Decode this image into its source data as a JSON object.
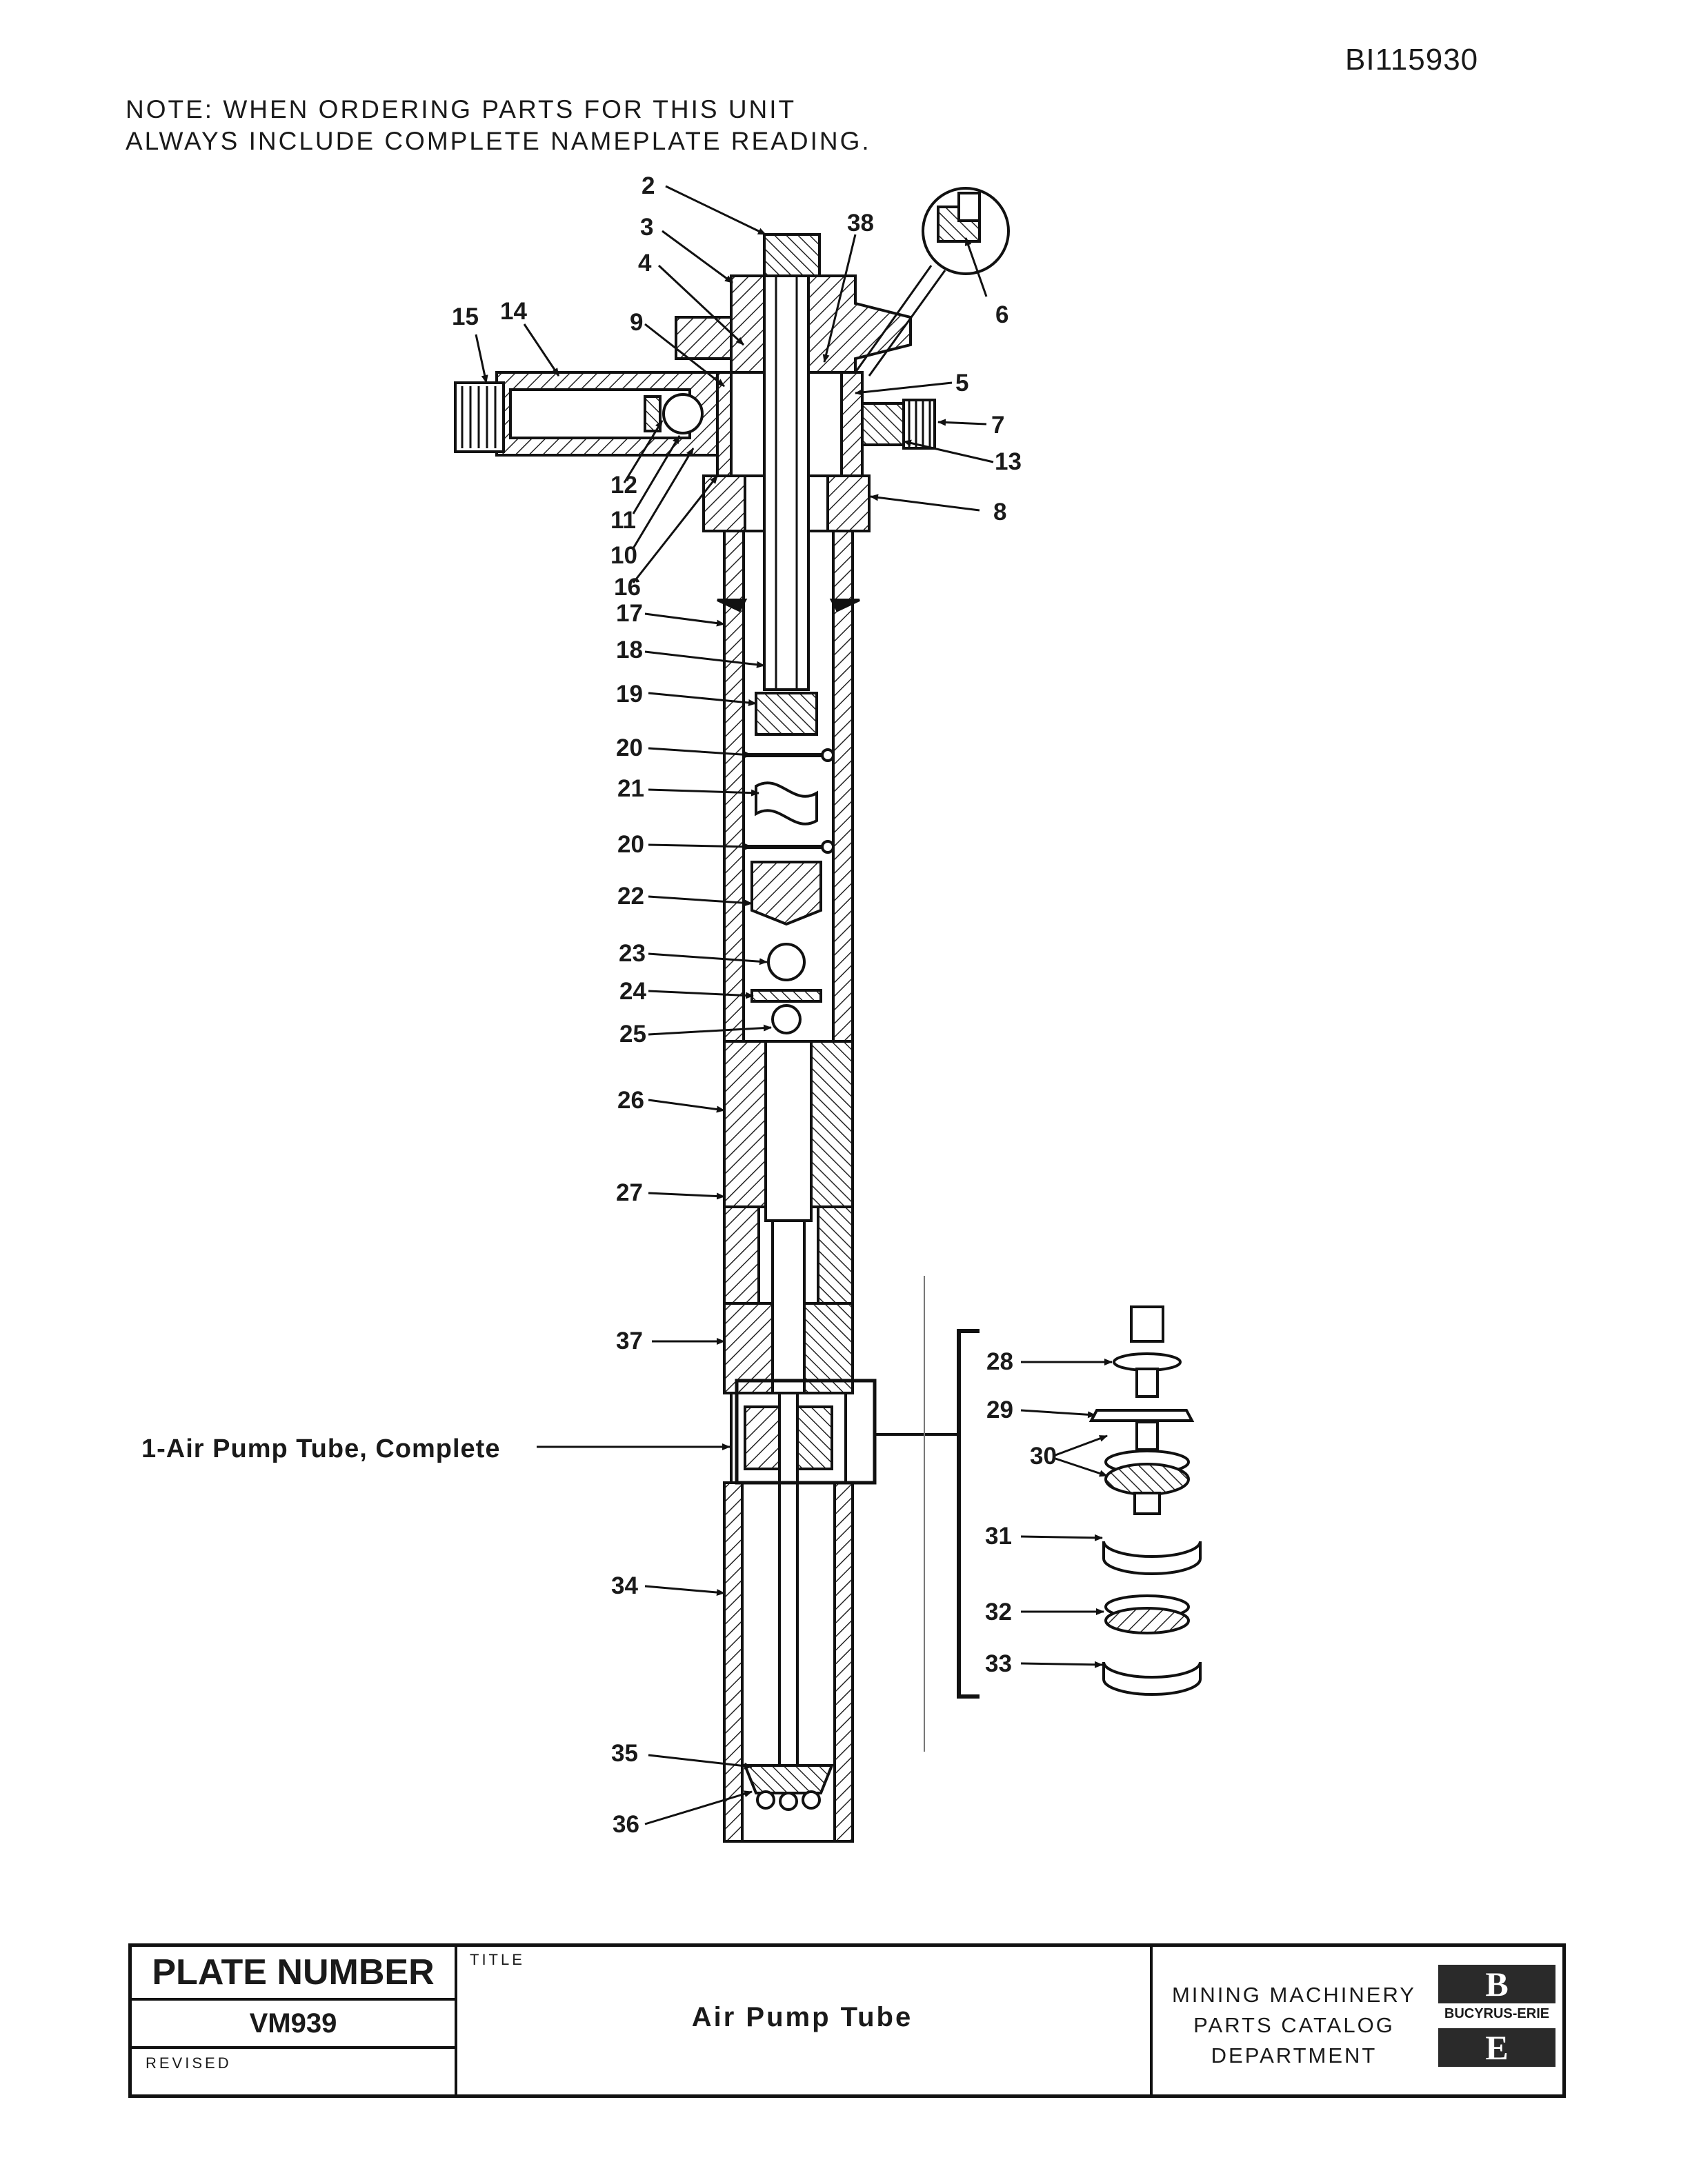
{
  "document_id": "BI115930",
  "note": {
    "line1": "NOTE:  WHEN ORDERING PARTS FOR THIS UNIT",
    "line2": "ALWAYS INCLUDE COMPLETE NAMEPLATE READING."
  },
  "callouts": {
    "c2": "2",
    "c3": "3",
    "c4": "4",
    "c5": "5",
    "c6": "6",
    "c7": "7",
    "c8": "8",
    "c9": "9",
    "c10": "10",
    "c11": "11",
    "c12": "12",
    "c13": "13",
    "c14": "14",
    "c15": "15",
    "c16": "16",
    "c17": "17",
    "c18": "18",
    "c19": "19",
    "c20a": "20",
    "c20b": "20",
    "c21": "21",
    "c22": "22",
    "c23": "23",
    "c24": "24",
    "c25": "25",
    "c26": "26",
    "c27": "27",
    "c28": "28",
    "c29": "29",
    "c30": "30",
    "c31": "31",
    "c32": "32",
    "c33": "33",
    "c34": "34",
    "c35": "35",
    "c36": "36",
    "c37": "37",
    "c38": "38"
  },
  "assembly_label": "1-Air Pump Tube, Complete",
  "title_block": {
    "plate_number_label": "PLATE NUMBER",
    "plate_number": "VM939",
    "revised_label": "REVISED",
    "title_label": "TITLE",
    "title": "Air Pump Tube",
    "dept_line1": "MINING MACHINERY",
    "dept_line2": "PARTS CATALOG",
    "dept_line3": "DEPARTMENT",
    "logo_letter_top": "B",
    "logo_letter_bottom": "E",
    "logo_name": "BUCYRUS-ERIE"
  }
}
